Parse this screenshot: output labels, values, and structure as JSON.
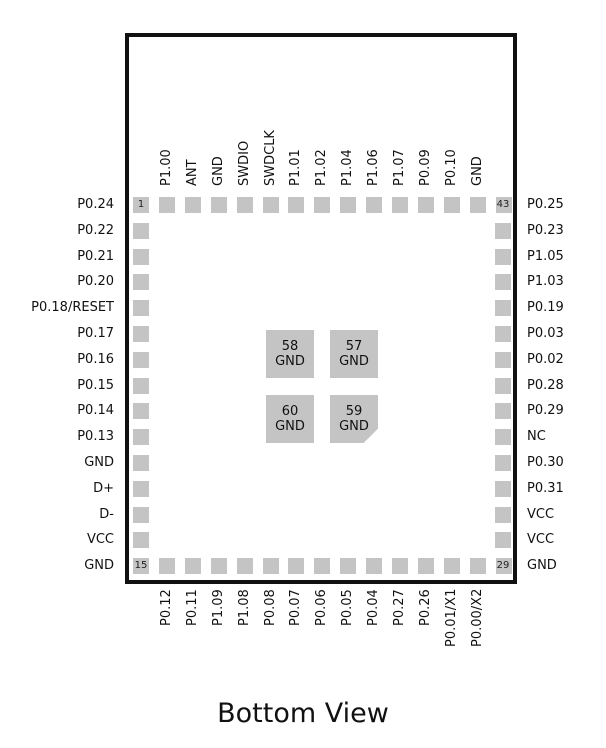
{
  "top_labels": [
    "P1.00",
    "ANT",
    "GND",
    "SWDIO",
    "SWDCLK",
    "P1.01",
    "P1.02",
    "P1.04",
    "P1.06",
    "P1.07",
    "P0.09",
    "P0.10",
    "GND"
  ],
  "bottom_labels": [
    "P0.12",
    "P0.11",
    "P1.09",
    "P1.08",
    "P0.08",
    "P0.07",
    "P0.06",
    "P0.05",
    "P0.04",
    "P0.27",
    "P0.26",
    "P0.01/X1",
    "P0.00/X2"
  ],
  "left_labels": [
    "P0.24",
    "P0.22",
    "P0.21",
    "P0.20",
    "P0.18/RESET",
    "P0.17",
    "P0.16",
    "P0.15",
    "P0.14",
    "P0.13",
    "GND",
    "D+",
    "D-",
    "VCC",
    "GND"
  ],
  "right_labels": [
    "P0.25",
    "P0.23",
    "P1.05",
    "P1.03",
    "P0.19",
    "P0.03",
    "P0.02",
    "P0.28",
    "P0.29",
    "NC",
    "P0.30",
    "P0.31",
    "VCC",
    "VCC",
    "GND"
  ],
  "corner_pad_numbers": {
    "top_left": "1",
    "top_right": "43",
    "bottom_left": "15",
    "bottom_right": "29"
  },
  "ground_pads": [
    {
      "number": "58",
      "label": "GND"
    },
    {
      "number": "57",
      "label": "GND"
    },
    {
      "number": "60",
      "label": "GND"
    },
    {
      "number": "59",
      "label": "GND"
    }
  ],
  "caption": "Bottom View",
  "colors": {
    "pad": "#c4c4c4",
    "outline": "#111111",
    "text": "#111111"
  }
}
